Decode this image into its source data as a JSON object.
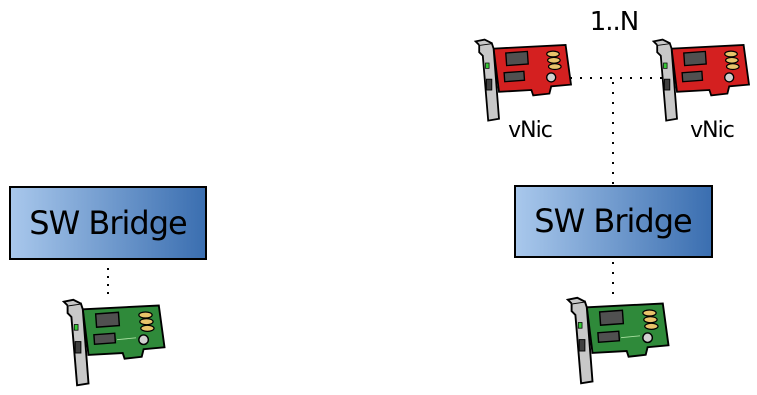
{
  "diagrams": {
    "left": {
      "bridge_label": "SW Bridge"
    },
    "right": {
      "bridge_label": "SW Bridge",
      "multiplicity_label": "1..N",
      "vnic_left_label": "vNic",
      "vnic_right_label": "vNic"
    }
  },
  "colors": {
    "bridge_gradient_start": "#a9c8ec",
    "bridge_gradient_end": "#3a6eb0",
    "physical_nic_board": "#2f8a3a",
    "virtual_nic_board": "#d42020",
    "bracket": "#c8c8c8",
    "chip": "#505050",
    "led": "#37c837"
  },
  "icons": {
    "physical_nic": "network-card-icon",
    "virtual_nic": "virtual-network-card-icon"
  }
}
